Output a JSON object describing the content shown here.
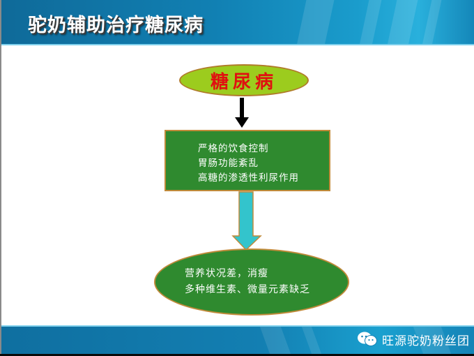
{
  "header": {
    "title": "驼奶辅助治疗糖尿病"
  },
  "diagram": {
    "top_node": {
      "label": "糖尿病",
      "fill": "#9ccc1e",
      "text_color": "#e01010"
    },
    "middle_box": {
      "lines": [
        "严格的饮食控制",
        "胃肠功能紊乱",
        "高糖的渗透性利尿作用"
      ],
      "fill": "#2f8a2f"
    },
    "bottom_node": {
      "lines": [
        "营养状况差，消瘦",
        "多种维生素、微量元素缺乏"
      ],
      "fill": "#2f8a2f"
    },
    "arrow_top_color": "#000000",
    "arrow_bottom_color": "#33c4cc"
  },
  "footer": {
    "brand_icon": "wechat-icon",
    "brand_text": "旺源驼奶粉丝团"
  }
}
